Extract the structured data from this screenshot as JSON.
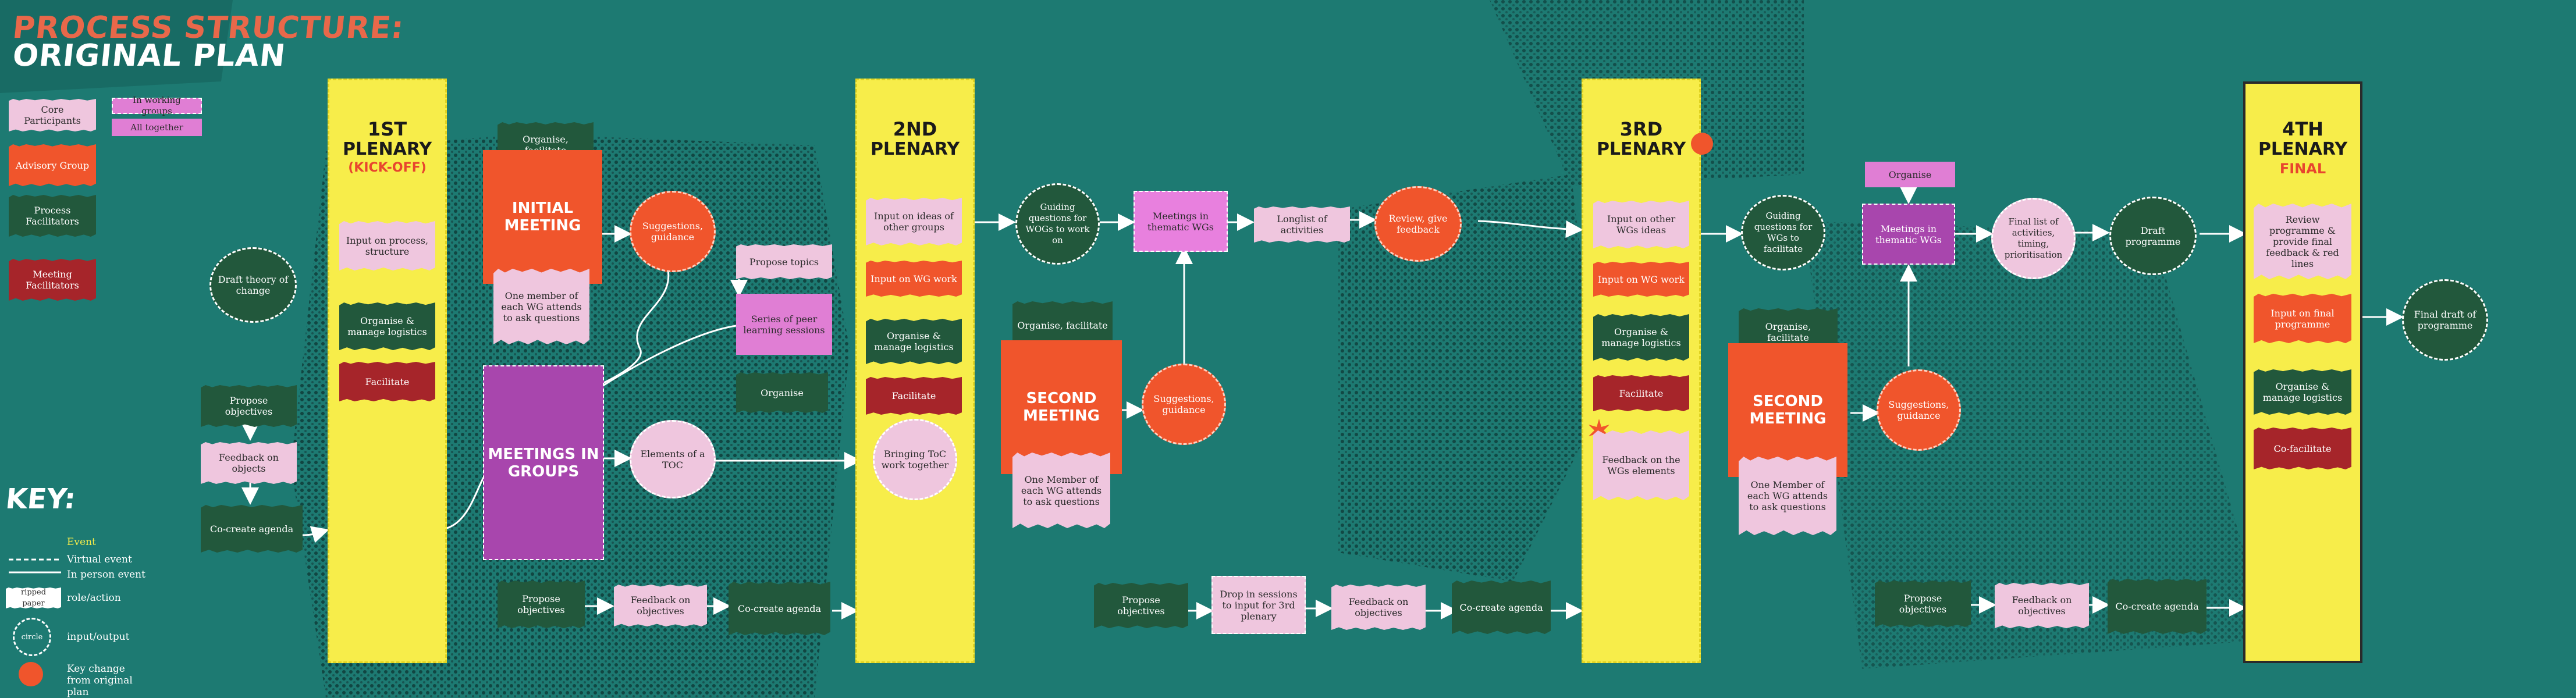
{
  "title": {
    "line1": "PROCESS STRUCTURE:",
    "line2": "ORIGINAL PLAN"
  },
  "legend": {
    "core_participants": "Core Participants",
    "in_working_groups": "In working groups",
    "all_together": "All together",
    "advisory_group": "Advisory Group",
    "process_facilitators": "Process Facilitators",
    "meeting_facilitators": "Meeting Facilitators"
  },
  "key": {
    "heading": "KEY:",
    "event": "Event",
    "virtual_event": "Virtual event",
    "in_person_event": "In person event",
    "ripped_paper_sample": "ripped paper",
    "role_action": "role/action",
    "circle_sample": "circle",
    "input_output": "input/output",
    "key_change": "Key change from original plan"
  },
  "colors": {
    "background": "#1d7a72",
    "plenary": "#f7ed4a",
    "participant": "#efc6de",
    "advisory": "#f0552c",
    "process_facilitator": "#22583c",
    "meeting_facilitator": "#a6252a",
    "working_group": "#a846ad",
    "accent_title": "#e8684a"
  },
  "plenary1": {
    "title_l1": "1ST",
    "title_l2": "PLENARY",
    "subtitle": "(KICK-OFF)",
    "input": "Input on process, structure",
    "organise": "Organise & manage logistics",
    "facilitate": "Facilitate"
  },
  "plenary2": {
    "title_l1": "2ND",
    "title_l2": "PLENARY",
    "input_groups": "Input on ideas of other groups",
    "input_wg": "Input on WG work",
    "organise": "Organise & manage logistics",
    "facilitate": "Facilitate",
    "bringing": "Bringing ToC work together"
  },
  "plenary3": {
    "title_l1": "3RD",
    "title_l2": "PLENARY",
    "input_other": "Input on other WGs ideas",
    "input_wg": "Input on WG work",
    "organise": "Organise & manage logistics",
    "facilitate": "Facilitate",
    "feedback": "Feedback on the WGs elements"
  },
  "plenary4": {
    "title_l1": "4TH",
    "title_l2": "PLENARY",
    "subtitle": "FINAL",
    "review": "Review programme & provide final feedback & red lines",
    "input_final": "Input on final programme",
    "organise": "Organise & manage logistics",
    "cofacilitate": "Co-facilitate"
  },
  "draft_toc": "Draft theory of change",
  "pre1": {
    "propose": "Propose objectives",
    "feedback": "Feedback on objects",
    "cocreate": "Co-create agenda"
  },
  "initial_meeting": {
    "label": "INITIAL MEETING",
    "organise": "Organise, facilitate",
    "member": "One member of each WG attends to ask questions"
  },
  "suggestions1": "Suggestions, guidance",
  "propose_topics": "Propose topics",
  "peer_learning": "Series of peer learning sessions",
  "organise_peer": "Organise",
  "meetings_groups": "MEETINGS IN GROUPS",
  "elements_toc": "Elements of a TOC",
  "row1_bottom": {
    "propose": "Propose objectives",
    "feedback": "Feedback on objectives",
    "cocreate": "Co-create agenda"
  },
  "guiding1": "Guiding questions for WOGs to work on",
  "meetings_thematic1": "Meetings in thematic WGs",
  "longlist": "Longlist of activities",
  "review_feedback": "Review, give feedback",
  "second_meeting1": {
    "label": "SECOND MEETING",
    "organise": "Organise, facilitate",
    "member": "One Member of each WG attends to ask questions"
  },
  "suggestions2": "Suggestions, guidance",
  "row2_bottom": {
    "propose": "Propose objectives",
    "dropin": "Drop in sessions to input for 3rd plenary",
    "feedback": "Feedback on objectives",
    "cocreate": "Co-create agenda"
  },
  "guiding2": "Guiding questions for WGs to facilitate",
  "organise_top": "Organise",
  "meetings_thematic2": "Meetings in thematic WGs",
  "final_list": "Final list of activities, timing, prioritisation",
  "draft_programme": "Draft programme",
  "second_meeting2": {
    "label": "SECOND MEETING",
    "organise": "Organise, facilitate",
    "member": "One Member of each WG attends to ask questions"
  },
  "suggestions3": "Suggestions, guidance",
  "row3_bottom": {
    "propose": "Propose objectives",
    "feedback": "Feedback on objectives",
    "cocreate": "Co-create agenda"
  },
  "final_draft": "Final draft of programme"
}
